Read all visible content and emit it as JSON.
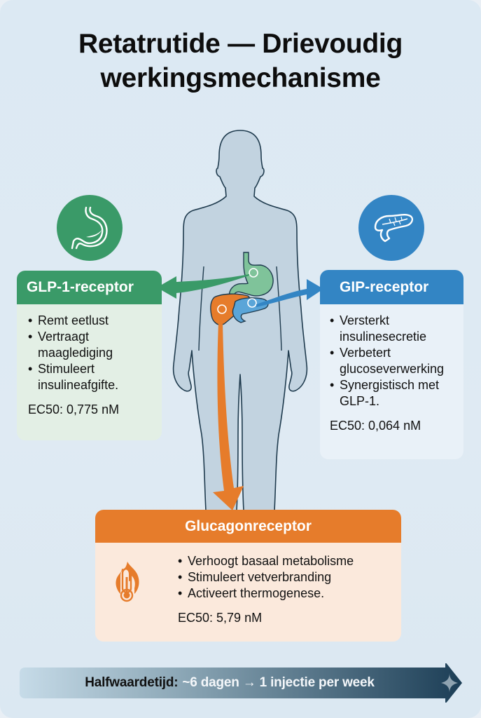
{
  "title": {
    "line1": "Retatrutide — Drievoudig",
    "line2": "werkingsmechanisme"
  },
  "colors": {
    "glp1": "#3a9a68",
    "gip": "#3385c4",
    "glucagon": "#e67c2b",
    "body_fill": "#c2d3e0",
    "body_outline": "#1f3b4e"
  },
  "glp1": {
    "icon": "stomach-icon",
    "header": "GLP-1-receptor",
    "bullets": [
      "Remt eetlust",
      "Vertraagt maaglediging",
      "Stimuleert insulineafgifte."
    ],
    "ec50": "EC50: 0,775 nM"
  },
  "gip": {
    "icon": "pancreas-icon",
    "header": "GIP-receptor",
    "bullets": [
      "Versterkt insulinesecretie",
      "Verbetert glucoseverwerking",
      "Synergistisch met GLP-1."
    ],
    "ec50": "EC50: 0,064 nM"
  },
  "glucagon": {
    "icon": "thermometer-flame-icon",
    "header": "Glucagonreceptor",
    "bullets": [
      "Verhoogt basaal metabolisme",
      "Stimuleert vetverbranding",
      "Activeert thermogenese."
    ],
    "ec50": "EC50: 5,79 nM"
  },
  "halflife": {
    "label": "Halfwaardetijd:",
    "value": "~6 dagen → 1 injectie per week"
  }
}
